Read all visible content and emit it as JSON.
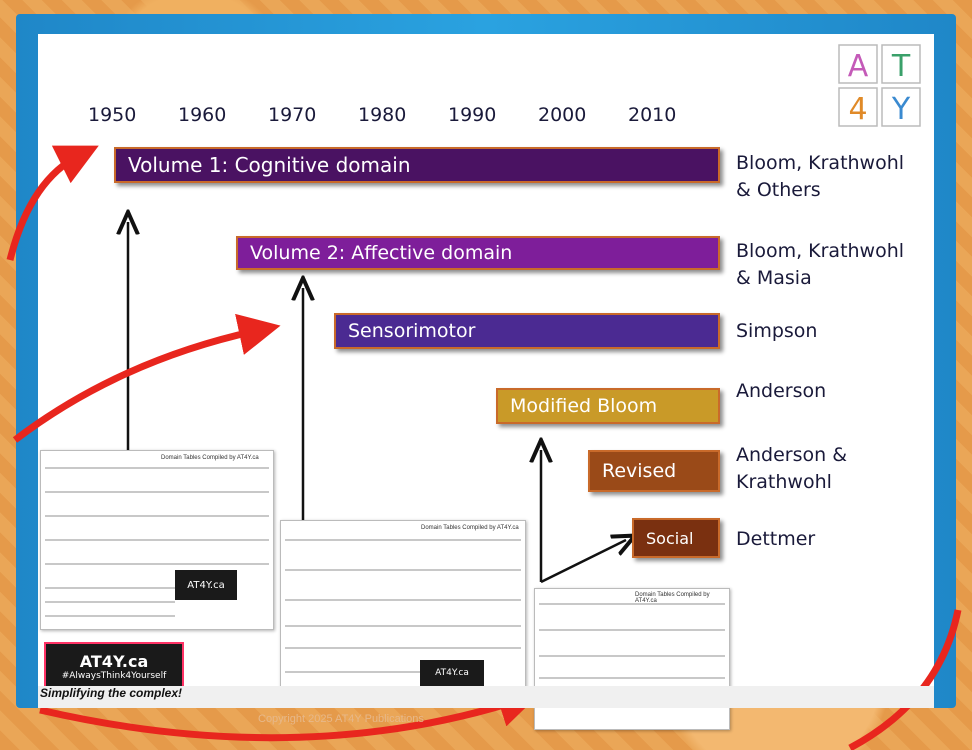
{
  "timeline": {
    "years": [
      "1950",
      "1960",
      "1970",
      "1980",
      "1990",
      "2000",
      "2010"
    ]
  },
  "bars": [
    {
      "label": "Volume 1: Cognitive domain",
      "color": "#4a1262",
      "authors": [
        "Bloom, Krathwohl",
        "& Others"
      ]
    },
    {
      "label": "Volume 2: Affective domain",
      "color": "#7e1e9a",
      "authors": [
        "Bloom, Krathwohl",
        "& Masia"
      ]
    },
    {
      "label": "Sensorimotor",
      "color": "#4b2a92",
      "authors": [
        "Simpson"
      ]
    },
    {
      "label": "Modified Bloom",
      "color": "#c99a28",
      "authors": [
        "Anderson"
      ]
    },
    {
      "label": "Revised",
      "color": "#9a4a18",
      "authors": [
        "Anderson &",
        "Krathwohl"
      ]
    },
    {
      "label": "Social",
      "color": "#7a3010",
      "authors": [
        "Dettmer"
      ]
    }
  ],
  "logo": {
    "letters": [
      "A",
      "T",
      "4",
      "Y"
    ]
  },
  "docs": {
    "cognitive_title": "Domain Tables Compiled by AT4Y.ca",
    "affective_title": "Domain Tables Compiled by AT4Y.ca",
    "social_title": "Domain Tables Compiled by AT4Y.ca"
  },
  "badges": {
    "main_name": "AT4Y.ca",
    "main_hashtag": "#AlwaysThink4Yourself",
    "small_name": "AT4Y.ca"
  },
  "footer": {
    "tagline": "Simplifying the complex!",
    "copyright": "Copyright 2025 AT4Y Publications"
  },
  "colors": {
    "arrow_red": "#e8261e",
    "frame_blue": "#2aa2e0"
  }
}
